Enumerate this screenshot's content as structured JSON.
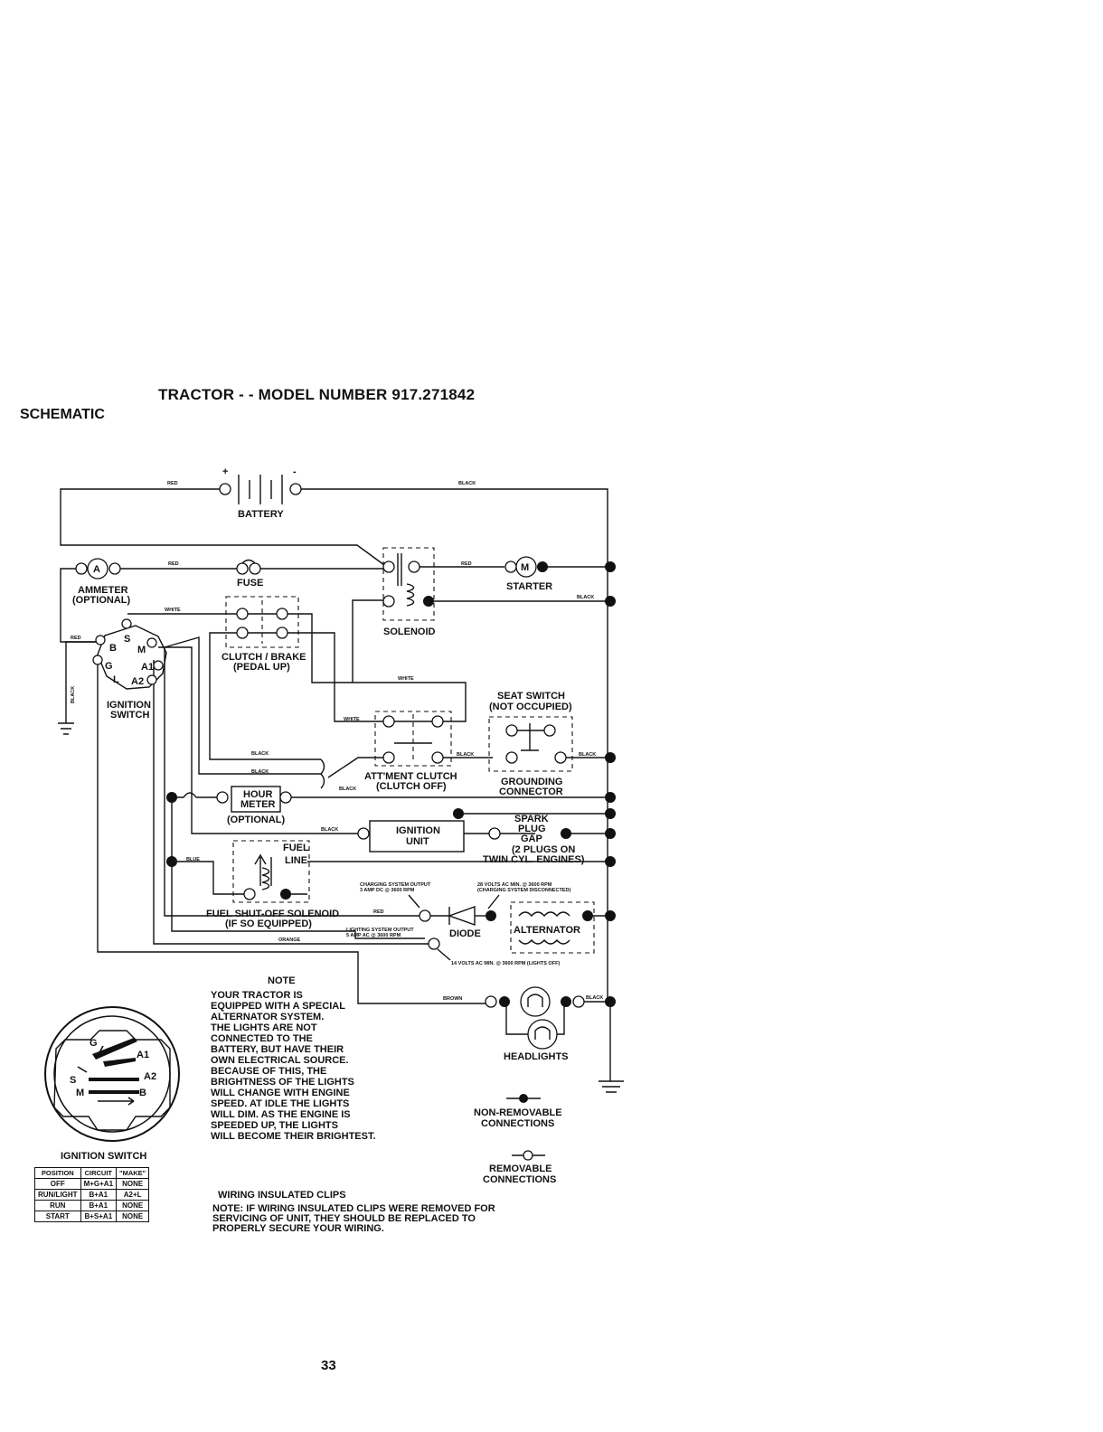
{
  "page": {
    "title": "TRACTOR - - MODEL NUMBER 917.271842",
    "section": "SCHEMATIC",
    "page_number": "33"
  },
  "components": {
    "battery": "BATTERY",
    "battery_plus": "+",
    "battery_minus": "-",
    "ammeter": "AMMETER",
    "ammeter_optional": "(OPTIONAL)",
    "ammeter_symbol": "A",
    "fuse": "FUSE",
    "starter": "STARTER",
    "starter_symbol": "M",
    "solenoid": "SOLENOID",
    "clutch_brake": "CLUTCH / BRAKE",
    "clutch_brake_sub": "(PEDAL UP)",
    "ignition_switch_line1": "IGNITION",
    "ignition_switch_line2": "SWITCH",
    "seat_switch": "SEAT SWITCH",
    "seat_switch_sub": "(NOT OCCUPIED)",
    "attachment_clutch": "ATT'MENT CLUTCH",
    "attachment_clutch_sub": "(CLUTCH OFF)",
    "grounding_connector_line1": "GROUNDING",
    "grounding_connector_line2": "CONNECTOR",
    "hour_meter_line1": "HOUR",
    "hour_meter_line2": "METER",
    "hour_meter_optional": "(OPTIONAL)",
    "ignition_unit_line1": "IGNITION",
    "ignition_unit_line2": "UNIT",
    "spark_plug_line1": "SPARK",
    "spark_plug_line2": "PLUG",
    "spark_plug_line3": "GAP",
    "spark_plug_note1": "(2 PLUGS ON",
    "spark_plug_note2": "TWIN CYL. ENGINES)",
    "fuel_line_line1": "FUEL",
    "fuel_line_line2": "LINE",
    "fuel_solenoid": "FUEL SHUT-OFF SOLENOID",
    "fuel_solenoid_sub": "(IF SO EQUIPPED)",
    "diode": "DIODE",
    "alternator": "ALTERNATOR",
    "headlights": "HEADLIGHTS",
    "terminals": {
      "b": "B",
      "s": "S",
      "m": "M",
      "g": "G",
      "a1": "A1",
      "l": "L",
      "a2": "A2"
    }
  },
  "wire_labels": {
    "red": "RED",
    "black": "BLACK",
    "white": "WHITE",
    "blue": "BLUE",
    "orange": "ORANGE",
    "brown": "BROWN"
  },
  "annotations": {
    "charging_output_line1": "CHARGING SYSTEM OUTPUT",
    "charging_output_line2": "3 AMP DC @ 3600 RPM",
    "ac_volts_line1": "28 VOLTS AC MIN. @ 3600 RPM",
    "ac_volts_line2": "(CHARGING SYSTEM DISCONNECTED)",
    "lighting_output_line1": "LIGHTING SYSTEM OUTPUT",
    "lighting_output_line2": "5 AMP AC @ 3600 RPM",
    "lights_off": "14 VOLTS AC MIN. @ 3600 RPM (LIGHTS OFF)"
  },
  "note": {
    "heading": "NOTE",
    "lines": [
      "YOUR TRACTOR IS",
      "EQUIPPED WITH A SPECIAL",
      "ALTERNATOR SYSTEM.",
      "THE LIGHTS ARE NOT",
      "CONNECTED TO THE",
      "BATTERY, BUT HAVE THEIR",
      "OWN ELECTRICAL SOURCE.",
      "BECAUSE OF THIS, THE",
      "BRIGHTNESS OF THE LIGHTS",
      "WILL CHANGE WITH ENGINE",
      "SPEED.  AT IDLE THE LIGHTS",
      "WILL DIM.  AS THE ENGINE IS",
      "SPEEDED UP, THE LIGHTS",
      "WILL BECOME THEIR BRIGHTEST."
    ]
  },
  "legend": {
    "non_removable_line1": "NON-REMOVABLE",
    "non_removable_line2": "CONNECTIONS",
    "removable_line1": "REMOVABLE",
    "removable_line2": "CONNECTIONS"
  },
  "clips": {
    "heading": "WIRING INSULATED CLIPS",
    "lines": [
      "NOTE: IF WIRING INSULATED CLIPS WERE REMOVED FOR",
      "SERVICING OF UNIT, THEY SHOULD BE REPLACED TO",
      "PROPERLY SECURE YOUR WIRING."
    ]
  },
  "ignition_switch_detail": {
    "caption": "IGNITION SWITCH",
    "labels": {
      "g": "G",
      "a1": "A1",
      "s": "S",
      "a2": "A2",
      "m": "M",
      "b": "B"
    },
    "table": {
      "headers": [
        "POSITION",
        "CIRCUIT",
        "\"MAKE\""
      ],
      "rows": [
        [
          "OFF",
          "M+G+A1",
          "NONE"
        ],
        [
          "RUN/LIGHT",
          "B+A1",
          "A2+L"
        ],
        [
          "RUN",
          "B+A1",
          "NONE"
        ],
        [
          "START",
          "B+S+A1",
          "NONE"
        ]
      ]
    }
  }
}
